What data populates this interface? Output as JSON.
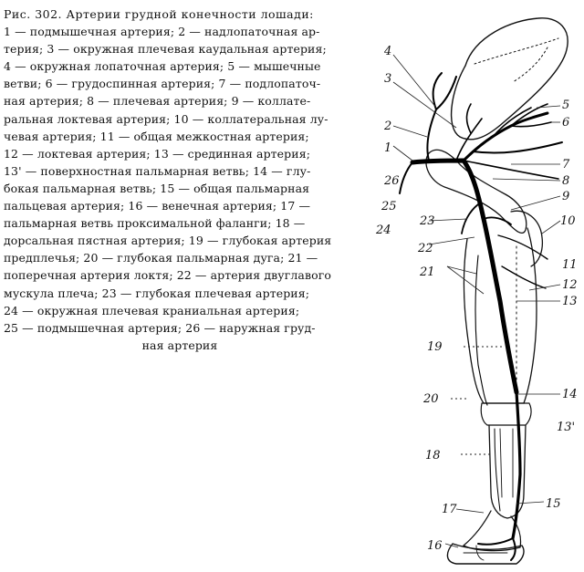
{
  "caption": {
    "title": "Рис. 302. Артерии грудной конечности лошади:",
    "lines": [
      "1 — подмышечная артерия; 2 — надлопаточная ар-",
      "терия; 3 — окружная плечевая каудальная артерия;",
      "4 — окружная лопаточная артерия; 5 — мышечные",
      "ветви; 6 — грудоспинная артерия; 7 — подлопаточ-",
      "ная артерия; 8 — плечевая артерия; 9 — коллате-",
      "ральная локтевая артерия; 10 — коллатеральная лу-",
      "чевая артерия; 11 — общая межкостная артерия;",
      "12 — локтевая артерия; 13 — срединная артерия;",
      "13' — поверхностная пальмарная ветвь; 14 — глу-",
      "бокая пальмарная ветвь; 15 — общая пальмарная",
      "пальцевая артерия; 16 — венечная артерия; 17 —",
      "пальмарная ветвь проксимальной фаланги; 18 —",
      "дорсальная пястная артерия; 19 — глубокая артерия",
      "предплечья; 20 — глубокая пальмарная дуга; 21 —",
      "поперечная артерия локтя; 22 — артерия двуглавого",
      "мускула плеча; 23 — глубокая плечевая артерия;",
      "24 — окружная плечевая краниальная артерия;",
      "25 — подмышечная артерия; 26 — наружная груд-",
      "ная артерия"
    ]
  },
  "figure": {
    "labels": [
      {
        "id": "4",
        "text": "4"
      },
      {
        "id": "3",
        "text": "3"
      },
      {
        "id": "5",
        "text": "5"
      },
      {
        "id": "2",
        "text": "2"
      },
      {
        "id": "6",
        "text": "6"
      },
      {
        "id": "1",
        "text": "1"
      },
      {
        "id": "7",
        "text": "7"
      },
      {
        "id": "26",
        "text": "26"
      },
      {
        "id": "8",
        "text": "8"
      },
      {
        "id": "25",
        "text": "25"
      },
      {
        "id": "9",
        "text": "9"
      },
      {
        "id": "24",
        "text": "24"
      },
      {
        "id": "10",
        "text": "10"
      },
      {
        "id": "23",
        "text": "23"
      },
      {
        "id": "22",
        "text": "22"
      },
      {
        "id": "21",
        "text": "21"
      },
      {
        "id": "11",
        "text": "11"
      },
      {
        "id": "12",
        "text": "12"
      },
      {
        "id": "13",
        "text": "13"
      },
      {
        "id": "19",
        "text": "19"
      },
      {
        "id": "20",
        "text": "20"
      },
      {
        "id": "14",
        "text": "14"
      },
      {
        "id": "13p",
        "text": "13'"
      },
      {
        "id": "18",
        "text": "18"
      },
      {
        "id": "17",
        "text": "17"
      },
      {
        "id": "15",
        "text": "15"
      },
      {
        "id": "16",
        "text": "16"
      }
    ]
  }
}
